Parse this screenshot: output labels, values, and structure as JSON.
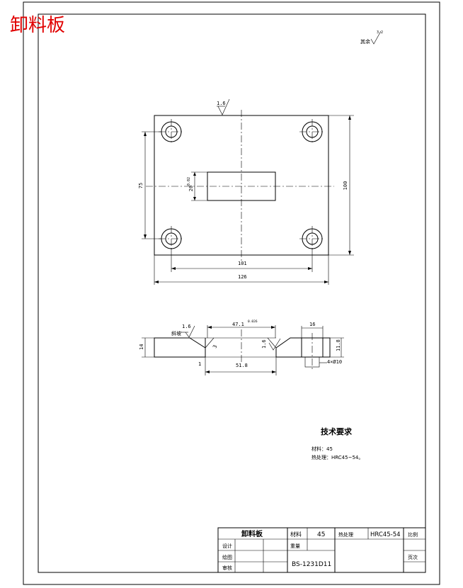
{
  "drawing_title": "卸料板",
  "surface_finish": {
    "top": "1.6",
    "remaining_label": "其余",
    "remaining_value": "3.2",
    "section_left": "1.6",
    "section_right": "1.6"
  },
  "plan_view": {
    "width_total": "126",
    "hole_spacing_x": "101",
    "height_total": "100",
    "hole_spacing_y": "75",
    "slot_height": "20",
    "slot_tol": "0.02"
  },
  "section_view": {
    "top_opening": "47.1",
    "top_opening_tol": "0.026",
    "bottom_opening": "51.8",
    "thickness": "14",
    "chamfer": "3",
    "bevel_label": "斜坡",
    "counterbore_dia": "16",
    "counterbore_depth": "11.8",
    "hole_spec": "4×Ø10",
    "edge_offset": "1"
  },
  "tech_requirements": {
    "heading": "技术要求",
    "material_line": "材料：45",
    "heat_treat_line": "热处理：HRC45~54。"
  },
  "title_block": {
    "part_name": "卸料板",
    "material_label": "材料",
    "material_value": "45",
    "heat_label": "热处理",
    "heat_value": "HRC45-54",
    "scale_label": "比例",
    "design_label": "设计",
    "weight_label": "重量",
    "draw_label": "绘图",
    "check_label": "审核",
    "drawing_number": "BS-1231D11",
    "page_label": "页次"
  }
}
